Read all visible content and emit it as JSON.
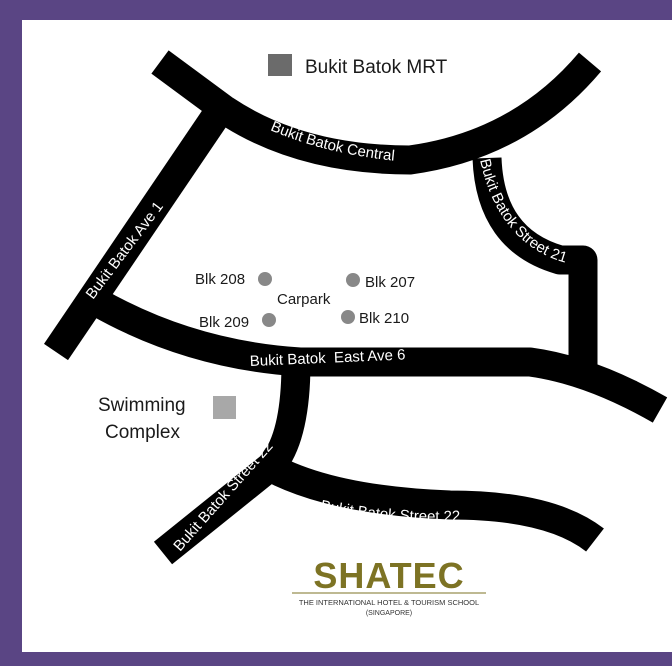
{
  "roads": {
    "bukit_batok_central": "Bukit Batok Central",
    "bukit_batok_ave_1": "Bukit Batok Ave 1",
    "bukit_batok_street_21": "Bukit Batok Street 21",
    "bukit_batok_east_ave_6": "Bukit Batok  East Ave 6",
    "bukit_batok_street_22_a": "Bukit Batok Street 22",
    "bukit_batok_street_22_b": "Bukit Batok Street 22"
  },
  "places": {
    "mrt": "Bukit Batok MRT",
    "blk_208": "Blk 208",
    "blk_207": "Blk 207",
    "blk_209": "Blk 209",
    "blk_210": "Blk 210",
    "carpark": "Carpark",
    "swimming_line1": "Swimming",
    "swimming_line2": "Complex"
  },
  "logo": {
    "name": "SHATEC",
    "tagline": "THE INTERNATIONAL HOTEL & TOURISM SCHOOL",
    "sub": "(SINGAPORE)"
  },
  "colors": {
    "frame": "#5a4584",
    "road": "#000000",
    "mrt_marker": "#6b6b6b",
    "block_marker": "#888888",
    "pool_marker": "#a8a8a8",
    "logo": "#7d7324"
  },
  "icons": {
    "mrt": "square-station-icon",
    "blocks": "circle-building-icon",
    "pool": "square-facility-icon"
  }
}
